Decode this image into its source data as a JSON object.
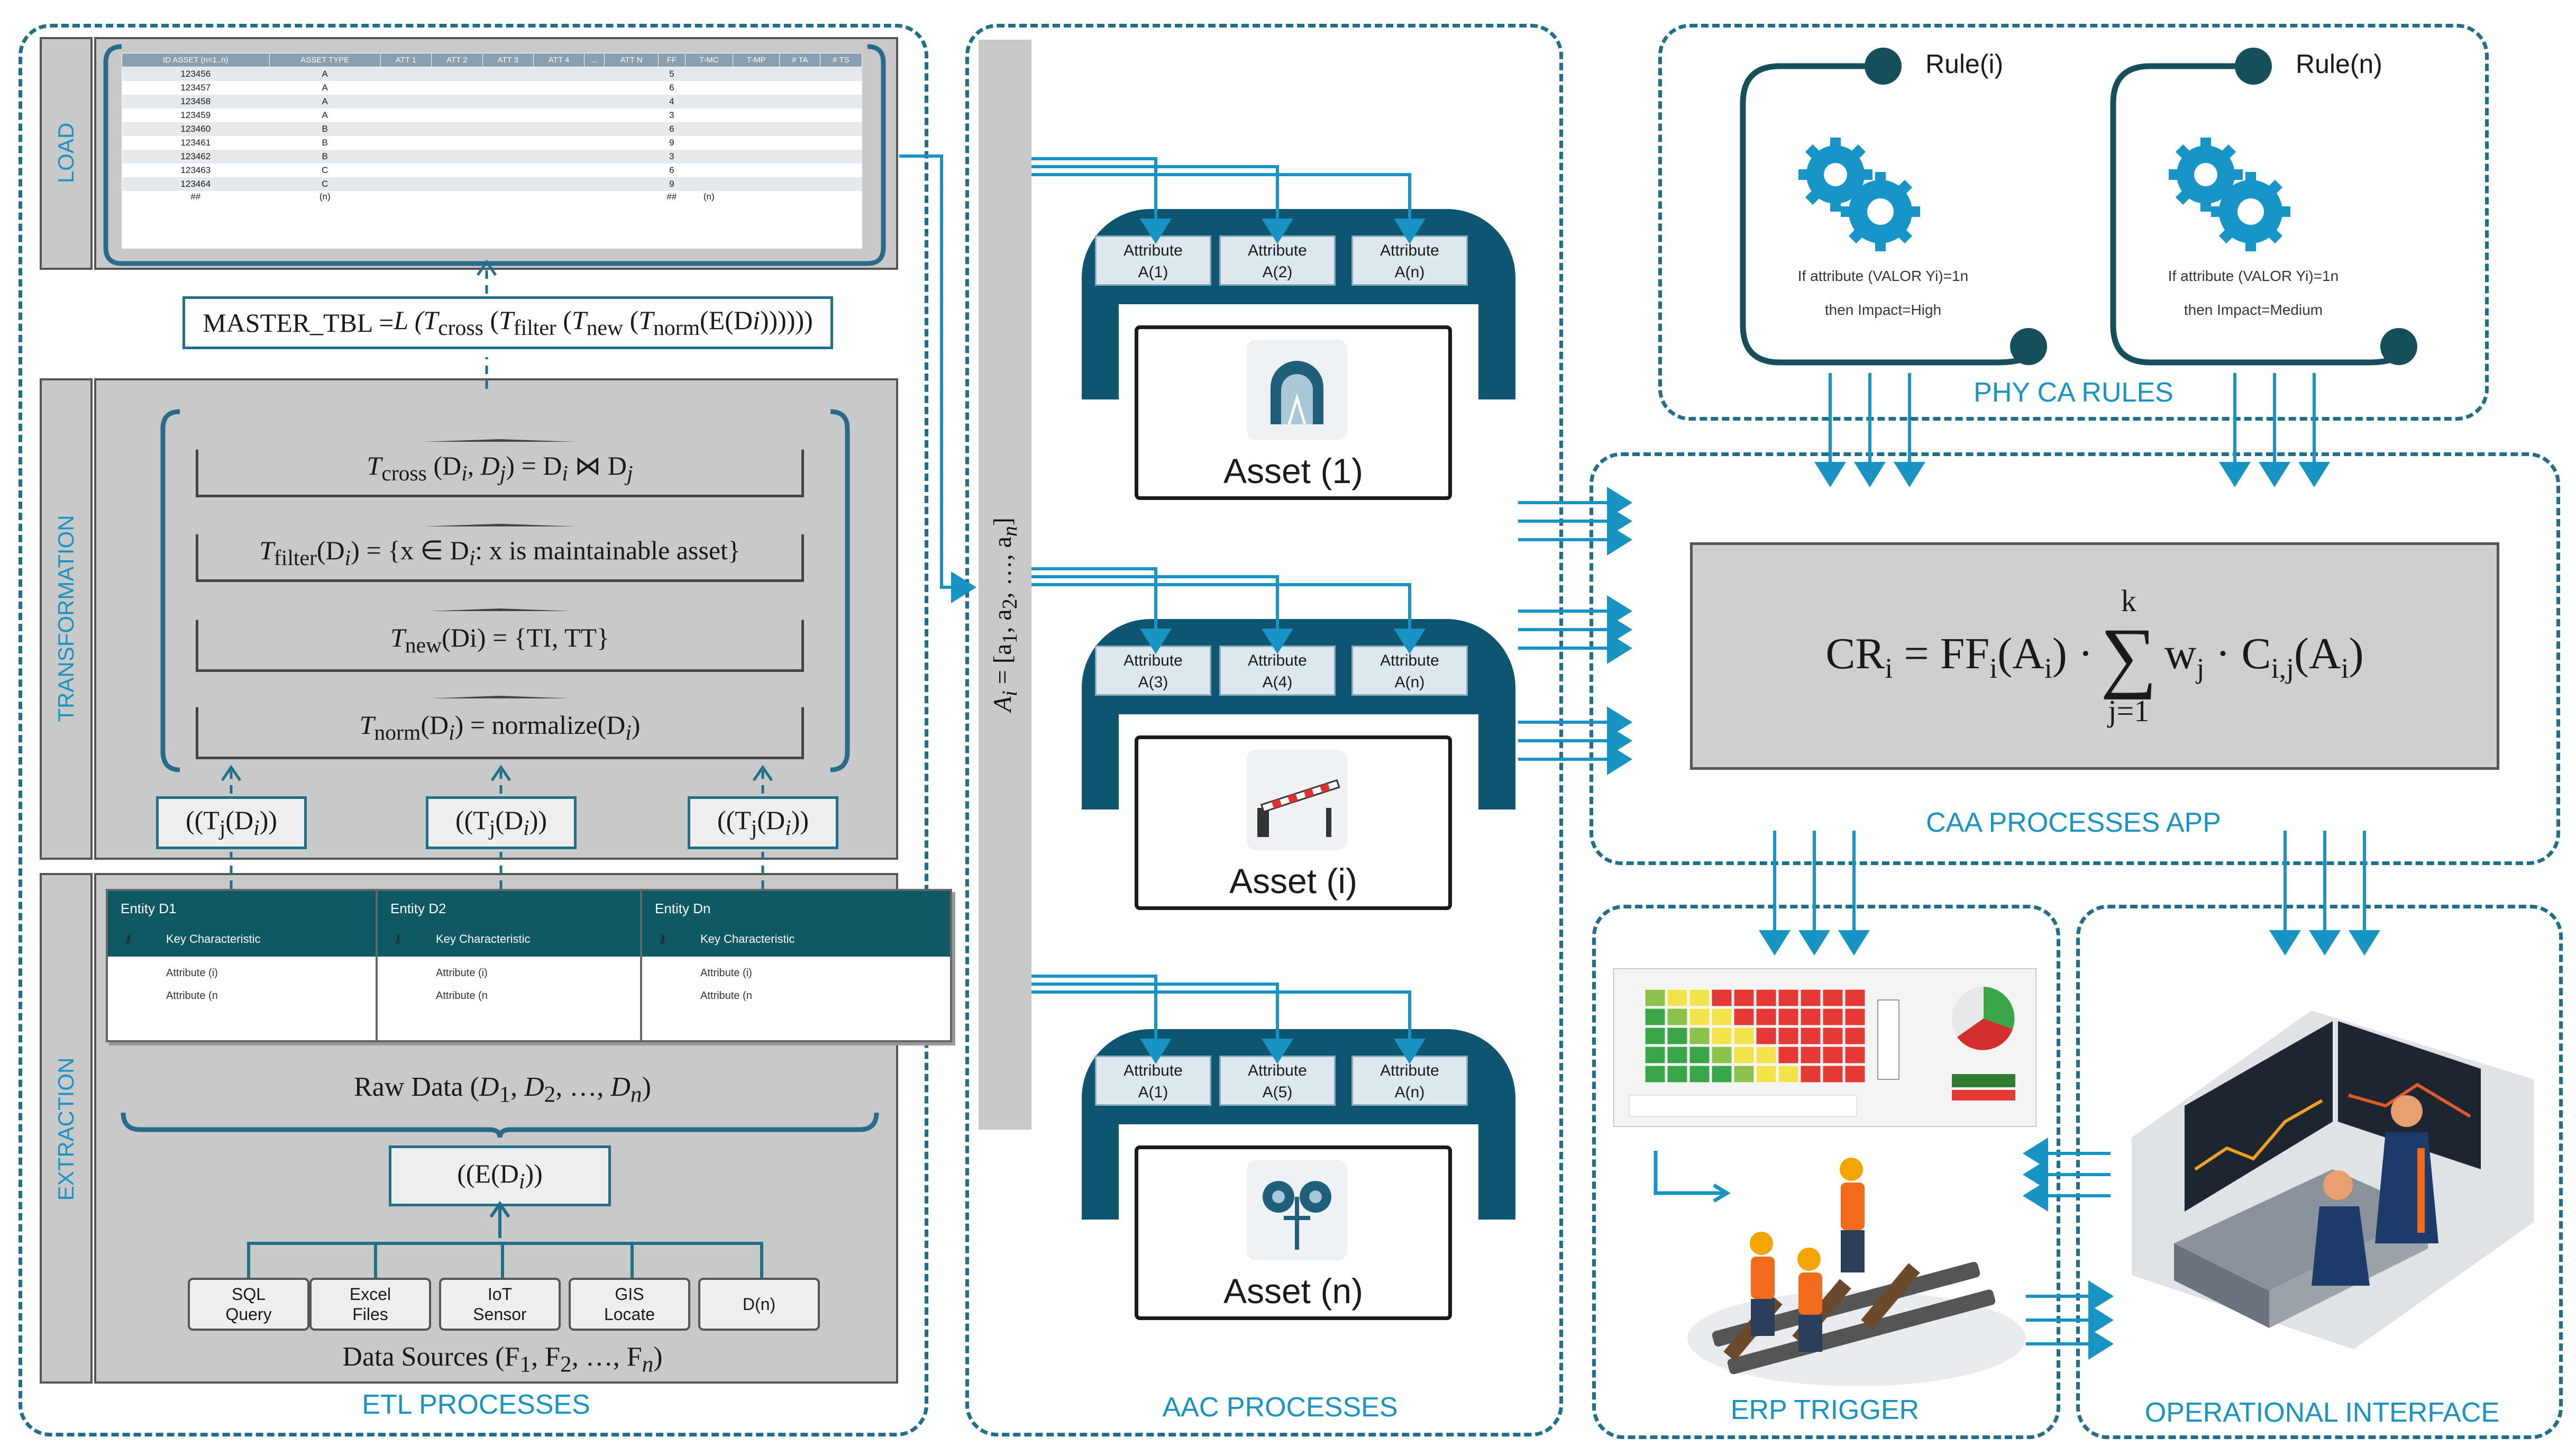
{
  "sections": {
    "etl": "ETL PROCESSES",
    "aac": "AAC PROCESSES",
    "phy": "PHY CA RULES",
    "caa": "CAA PROCESSES APP",
    "erp": "ERP TRIGGER",
    "op": "OPERATIONAL INTERFACE"
  },
  "bands": {
    "load": "LOAD",
    "transformation": "TRANSFORMATION",
    "extraction": "EXTRACTION"
  },
  "master_tbl": {
    "headers": [
      "ID ASSET (n=1..n)",
      "ASSET TYPE",
      "ATT 1",
      "ATT 2",
      "ATT 3",
      "ATT 4",
      "...",
      "ATT N",
      "FF",
      "T-MC",
      "T-MP",
      "# TA",
      "# TS"
    ],
    "rows": [
      [
        "123456",
        "A",
        "5"
      ],
      [
        "123457",
        "A",
        "6"
      ],
      [
        "123458",
        "A",
        "4"
      ],
      [
        "123459",
        "A",
        "3"
      ],
      [
        "123460",
        "B",
        "6"
      ],
      [
        "123461",
        "B",
        "9"
      ],
      [
        "123462",
        "B",
        "3"
      ],
      [
        "123463",
        "C",
        "6"
      ],
      [
        "123464",
        "C",
        "9"
      ]
    ],
    "last_row": [
      "##",
      "(n)",
      "##",
      "(n)"
    ],
    "formula_lhs": "MASTER_TBL = ",
    "formula_rhs": "L (T",
    "f_cross": "cross",
    "f_filter": "filter",
    "f_new": "new",
    "f_norm": "norm",
    "f_tail": "(E(D"
  },
  "transform": {
    "t_cross": "T",
    "t_cross_sub": "cross",
    "t_cross_rest": " (D",
    "t_cross_eq": ") = D",
    "t_cross_join": " ⋈ D",
    "t_filter": "T",
    "t_filter_sub": "filter",
    "t_filter_rest": "(D",
    "t_filter_eq": ") = {x ∈ D",
    "t_filter_tail": ": x is maintainable asset}",
    "t_new": "T",
    "t_new_sub": "new",
    "t_new_rest": "(Di) = {TI, TT}",
    "t_norm": "T",
    "t_norm_sub": "norm",
    "t_norm_rest": "(D",
    "t_norm_eq": ") = normalize(D",
    "tj": "((T",
    "tj_sub": "j",
    "tj_rest": "(D",
    "tj_tail": "))"
  },
  "entities": [
    {
      "title": "Entity D1",
      "key": "Key Characteristic",
      "attr1": "Attribute (i)",
      "attr2": "Attribute (n"
    },
    {
      "title": "Entity D2",
      "key": "Key Characteristic",
      "attr1": "Attribute (i)",
      "attr2": "Attribute (n"
    },
    {
      "title": "Entity Dn",
      "key": "Key Characteristic",
      "attr1": "Attribute (i)",
      "attr2": "Attribute (n"
    }
  ],
  "raw_data": {
    "prefix": "Raw Data (",
    "d1": "D",
    "sep": ", ",
    "d2": "D",
    "dots": ", …, ",
    "dn": "D",
    "suffix": ")"
  },
  "extract_fn": {
    "prefix": "((E(D",
    "suffix": "))"
  },
  "sources": [
    {
      "l1": "SQL",
      "l2": "Query"
    },
    {
      "l1": "Excel",
      "l2": "Files"
    },
    {
      "l1": "IoT",
      "l2": "Sensor"
    },
    {
      "l1": "GIS",
      "l2": "Locate"
    },
    {
      "l1": "D(n)",
      "l2": ""
    }
  ],
  "data_sources": {
    "prefix": "Data Sources (F",
    "sep": ", F",
    "dots": ", …, F",
    "suffix": ")"
  },
  "vector": {
    "text": "A",
    "eq": " = [a",
    "sep": ", a",
    "dots": ", …, a",
    "end": "]"
  },
  "assets": [
    {
      "attrs": [
        {
          "a": "Attribute",
          "b": "A(1)"
        },
        {
          "a": "Attribute",
          "b": "A(2)"
        },
        {
          "a": "Attribute",
          "b": "A(n)"
        }
      ],
      "label": "Asset (1)"
    },
    {
      "attrs": [
        {
          "a": "Attribute",
          "b": "A(3)"
        },
        {
          "a": "Attribute",
          "b": "A(4)"
        },
        {
          "a": "Attribute",
          "b": "A(n)"
        }
      ],
      "label": "Asset (i)"
    },
    {
      "attrs": [
        {
          "a": "Attribute",
          "b": "A(1)"
        },
        {
          "a": "Attribute",
          "b": "A(5)"
        },
        {
          "a": "Attribute",
          "b": "A(n)"
        }
      ],
      "label": "Asset (n)"
    }
  ],
  "rules": [
    {
      "name": "Rule(i)",
      "line1": "If attribute (VALOR Yi)=1n",
      "line2": "then Impact=High"
    },
    {
      "name": "Rule(n)",
      "line1": "If attribute (VALOR Yi)=1n",
      "line2": "then Impact=Medium"
    }
  ],
  "cr_formula": {
    "lhs": "CR",
    "i": "i",
    "eq": " = FF",
    "ai": "(A",
    "close": ")",
    "dot": " · ",
    "sum": "∑",
    "top": "k",
    "bottom": "j=1",
    "w": "w",
    "j": "j",
    "c": " · C",
    "ij": "i,j"
  },
  "colors": {
    "accent": "#1794c4",
    "dark_teal": "#0e5572",
    "entity_header": "#0e5963",
    "band": "#c9c9c9"
  }
}
